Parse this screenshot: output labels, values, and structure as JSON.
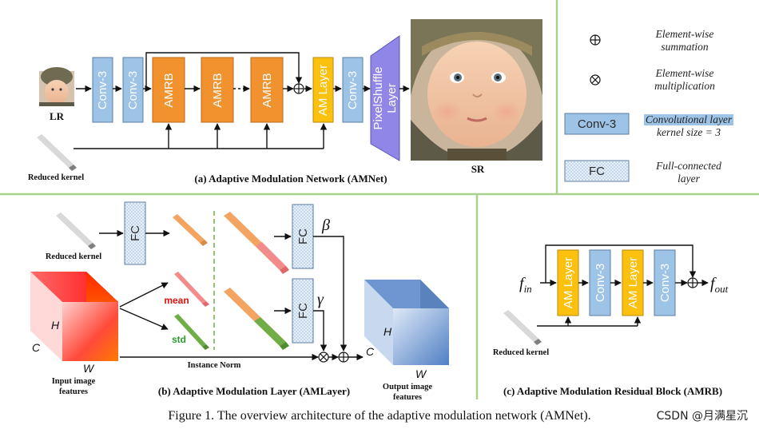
{
  "panel_a": {
    "caption": "(a) Adaptive Modulation Network (AMNet)",
    "input_label": "LR",
    "output_label": "SR",
    "kernel_label": "Reduced kernel",
    "blocks": {
      "conv1": "Conv-3",
      "conv2": "Conv-3",
      "amrb1": "AMRB",
      "amrb2": "AMRB",
      "amrb3": "AMRB",
      "am_layer": "AM Layer",
      "conv3": "Conv-3",
      "pixelshuffle_line1": "PixelShuffle",
      "pixelshuffle_line2": "Layer"
    }
  },
  "legend": {
    "sum_symbol": "⊕",
    "sum_line1": "Element-wise",
    "sum_line2": "summation",
    "mul_symbol": "⊗",
    "mul_line1": "Element-wise",
    "mul_line2": "multiplication",
    "conv_block": "Conv-3",
    "conv_line1": "Convolutional layer",
    "conv_line2": "kernel size = 3",
    "fc_block": "FC",
    "fc_line1": "Full-connected",
    "fc_line2": "layer"
  },
  "panel_b": {
    "caption": "(b) Adaptive Modulation Layer (AMLayer)",
    "kernel_label": "Reduced kernel",
    "fc1": "FC",
    "fc2": "FC",
    "fc3": "FC",
    "beta": "β",
    "gamma": "γ",
    "mean": "mean",
    "std": "std",
    "instance_norm": "Instance Norm",
    "input_cube": {
      "h": "H",
      "c": "C",
      "w": "W",
      "label_line1": "Input image",
      "label_line2": "features"
    },
    "output_cube": {
      "h": "H",
      "c": "C",
      "w": "W",
      "label_line1": "Output image",
      "label_line2": "features"
    }
  },
  "panel_c": {
    "caption": "(c) Adaptive Modulation Residual Block (AMRB)",
    "f_in": "f",
    "f_in_sub": "in",
    "f_out": "f",
    "f_out_sub": "out",
    "kernel_label": "Reduced kernel",
    "blocks": {
      "am1": "AM Layer",
      "conv1": "Conv-3",
      "am2": "AM Layer",
      "conv2": "Conv-3"
    }
  },
  "figure_caption": "Figure 1. The overview architecture of the adaptive modulation network (AMNet).",
  "watermark": "CSDN @月满星沉",
  "colors": {
    "conv_fill": "#9dc3e6",
    "amrb_fill": "#f2922e",
    "am_layer_fill": "#fcc00e",
    "pixelshuffle_fill": "#8f86e8",
    "divider_green": "#a9d18e",
    "cube_red": "#ff1f1f",
    "cube_blue": "#6f96d0",
    "orange_bar": "#f4a461",
    "pink_bar": "#f28b8b",
    "green_bar": "#70ad47"
  }
}
